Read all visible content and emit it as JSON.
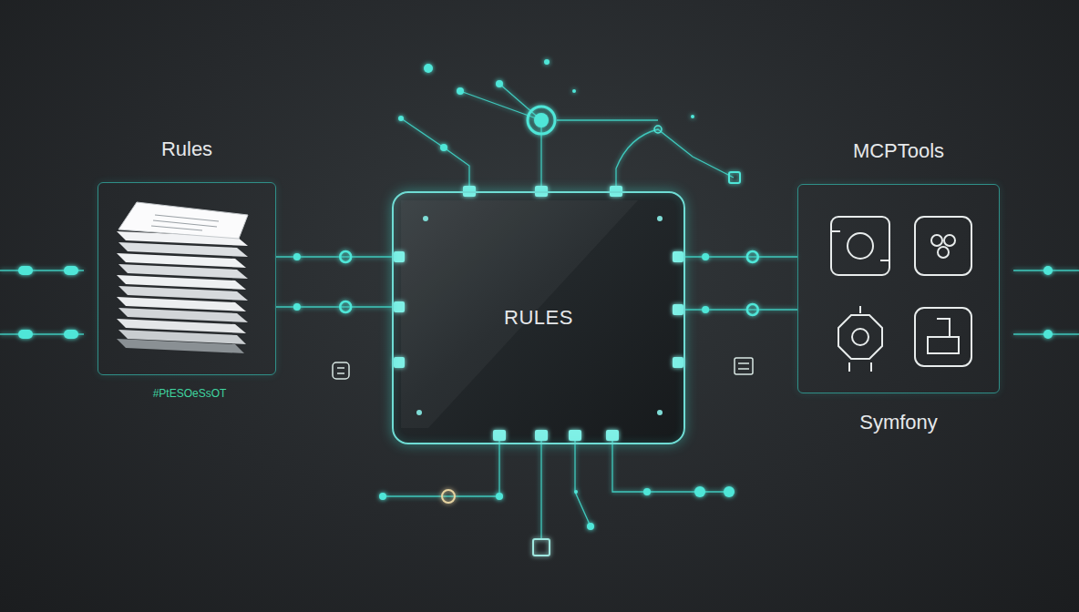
{
  "diagram": {
    "nodes": [
      {
        "text": [
          "Rules"
        ]
      },
      {
        "text": [
          "RULES"
        ]
      },
      {
        "text": [
          "MCPTools",
          "Symfony"
        ]
      }
    ],
    "edges": [
      {
        "from": 0,
        "to": 1,
        "arrow": "none"
      },
      {
        "from": 0,
        "to": 1,
        "arrow": "none"
      },
      {
        "from": 1,
        "to": 2,
        "arrow": "none"
      },
      {
        "from": 1,
        "to": 2,
        "arrow": "none"
      }
    ],
    "labels": [
      "#PtESOeSsOT"
    ]
  }
}
